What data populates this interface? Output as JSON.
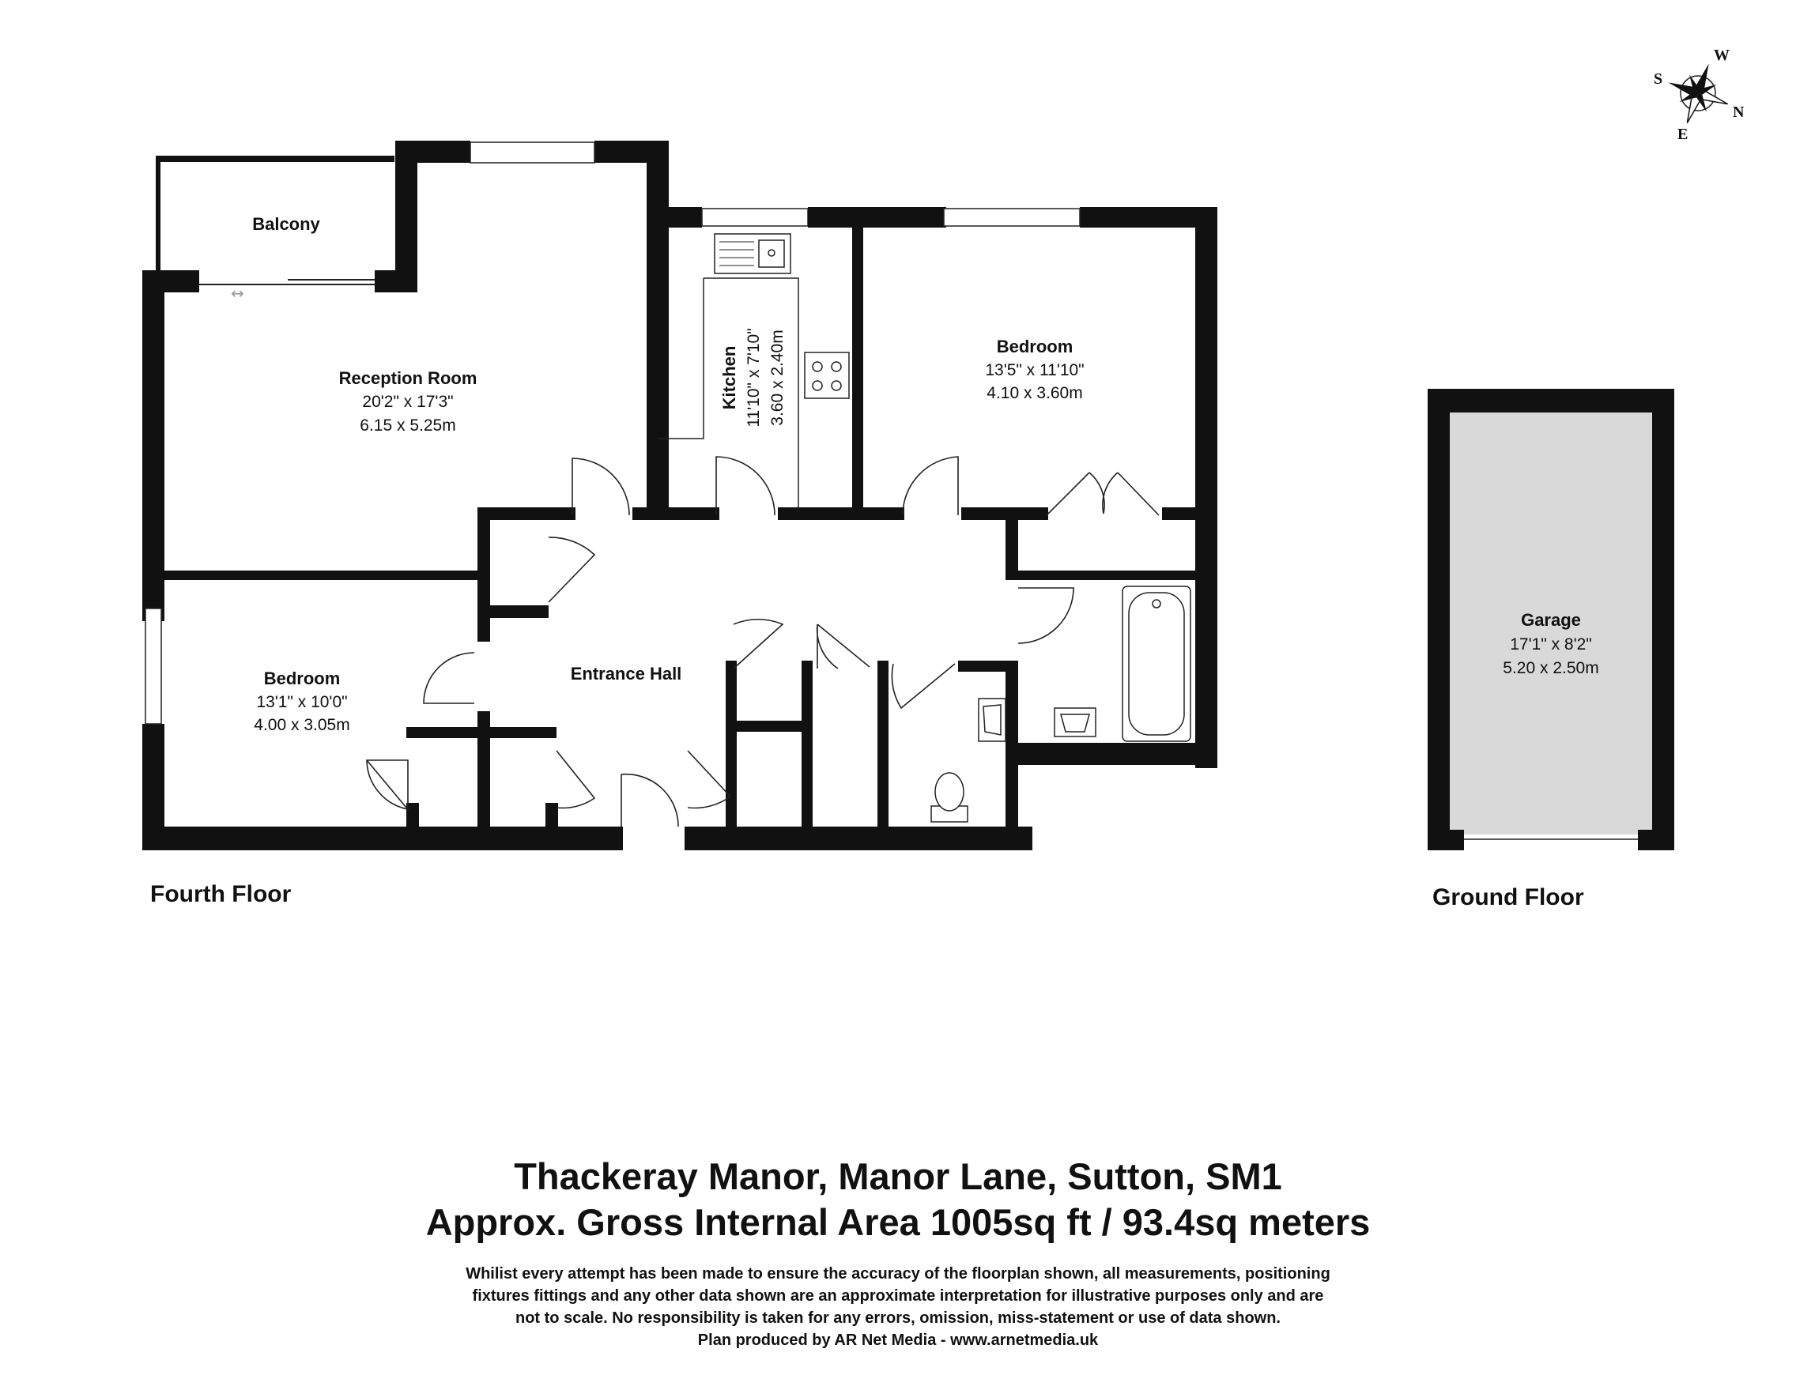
{
  "compass": {
    "w": "W",
    "s": "S",
    "n": "N",
    "e": "E"
  },
  "rooms": {
    "balcony": {
      "name": "Balcony"
    },
    "reception": {
      "name": "Reception Room",
      "imperial": "20'2\" x 17'3\"",
      "metric": "6.15 x 5.25m"
    },
    "kitchen": {
      "name": "Kitchen",
      "imperial": "11'10\" x 7'10\"",
      "metric": "3.60 x 2.40m"
    },
    "bedroom1": {
      "name": "Bedroom",
      "imperial": "13'5\" x 11'10\"",
      "metric": "4.10 x 3.60m"
    },
    "bedroom2": {
      "name": "Bedroom",
      "imperial": "13'1\" x 10'0\"",
      "metric": "4.00 x 3.05m"
    },
    "hall": {
      "name": "Entrance Hall"
    },
    "garage": {
      "name": "Garage",
      "imperial": "17'1\" x 8'2\"",
      "metric": "5.20 x 2.50m"
    }
  },
  "floors": {
    "upper": "Fourth Floor",
    "ground": "Ground Floor"
  },
  "footer": {
    "address": "Thackeray Manor, Manor Lane, Sutton, SM1",
    "area": "Approx. Gross Internal Area 1005sq ft / 93.4sq meters",
    "disclaimer": [
      "Whilist every attempt has been made to ensure the accuracy of the floorplan shown, all measurements, positioning",
      "fixtures fittings and any other data shown are an approximate interpretation for illustrative purposes only and are",
      "not to scale. No responsibility is taken for any errors, omission, miss-statement or use of data shown.",
      "Plan produced by AR Net Media - www.arnetmedia.uk"
    ]
  },
  "colors": {
    "wall": "#111111",
    "garage_fill": "#d9d9d9"
  }
}
